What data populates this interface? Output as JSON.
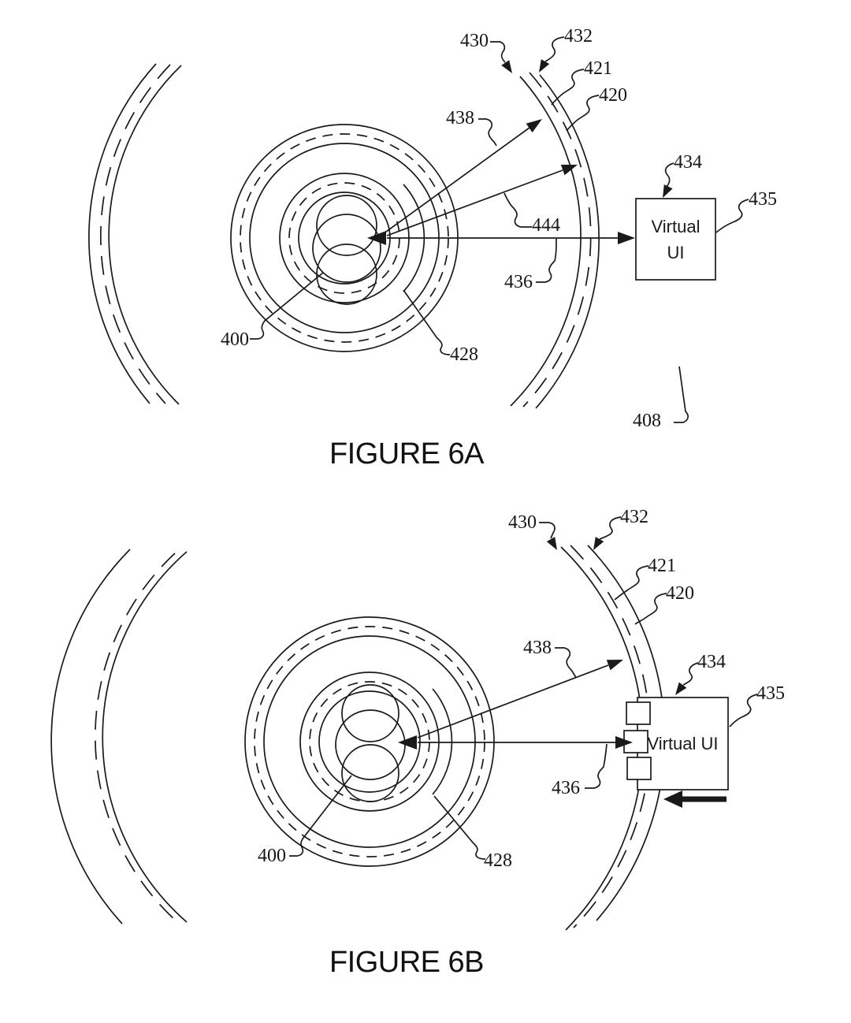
{
  "page": {
    "background": "#ffffff",
    "ink": "#1a1a1a"
  },
  "figure_a": {
    "caption": "FIGURE 6A",
    "virtual_ui_box": {
      "line1": "Virtual",
      "line2": "UI"
    },
    "refs": {
      "n400": "400",
      "n408": "408",
      "n420": "420",
      "n421": "421",
      "n428": "428",
      "n430": "430",
      "n432": "432",
      "n434": "434",
      "n435": "435",
      "n436": "436",
      "n438": "438",
      "n444": "444"
    }
  },
  "figure_b": {
    "caption": "FIGURE 6B",
    "virtual_ui_box": {
      "label": "Virtual UI"
    },
    "refs": {
      "n400": "400",
      "n420": "420",
      "n421": "421",
      "n428": "428",
      "n430": "430",
      "n432": "432",
      "n434": "434",
      "n435": "435",
      "n436": "436",
      "n438": "438"
    }
  }
}
